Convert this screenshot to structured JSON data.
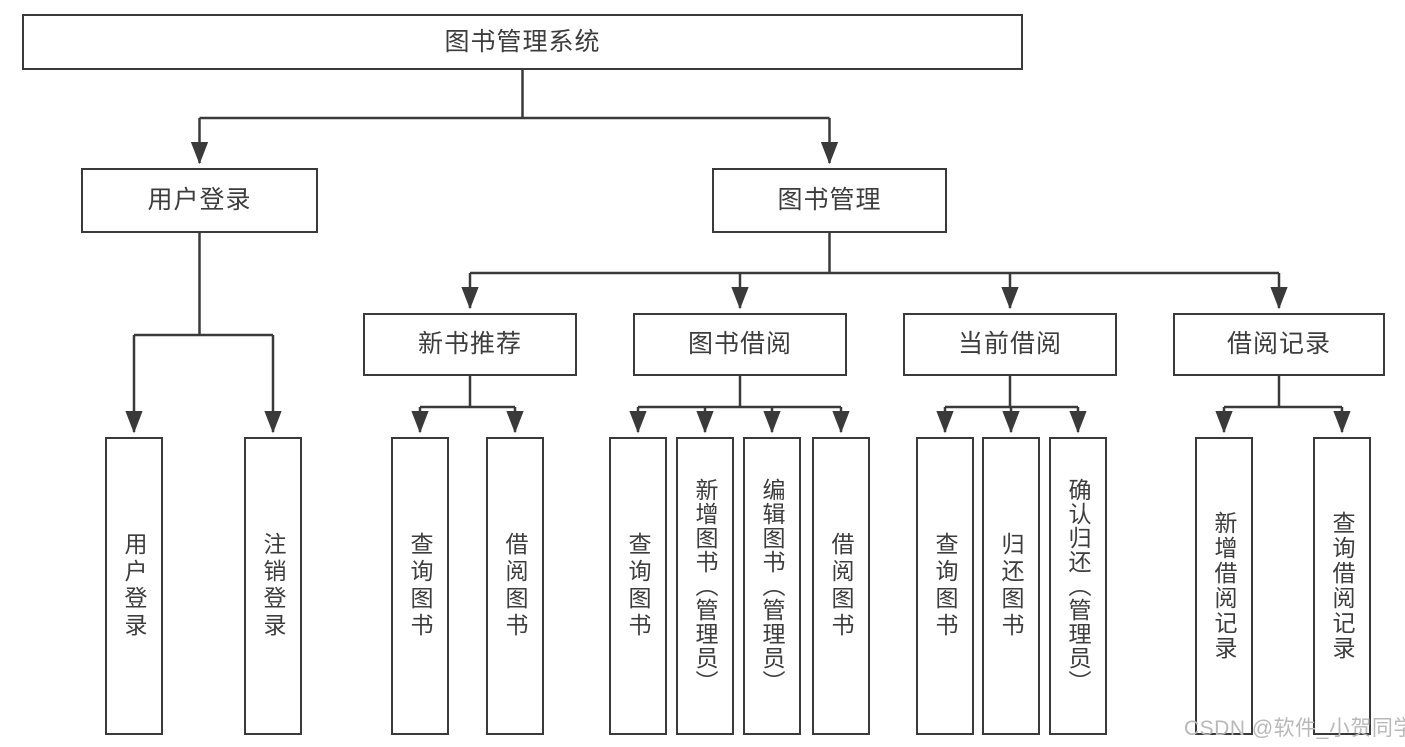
{
  "tree": {
    "root": {
      "label": "图书管理系统"
    },
    "branches": [
      {
        "label": "用户登录",
        "children": [
          {
            "label": "用户登录"
          },
          {
            "label": "注销登录"
          }
        ]
      },
      {
        "label": "图书管理",
        "sections": [
          {
            "label": "新书推荐",
            "children": [
              {
                "label": "查询图书"
              },
              {
                "label": "借阅图书"
              }
            ]
          },
          {
            "label": "图书借阅",
            "children": [
              {
                "label": "查询图书"
              },
              {
                "label": "新增图书（管理员）"
              },
              {
                "label": "编辑图书（管理员）"
              },
              {
                "label": "借阅图书"
              }
            ]
          },
          {
            "label": "当前借阅",
            "children": [
              {
                "label": "查询图书"
              },
              {
                "label": "归还图书"
              },
              {
                "label": "确认归还（管理员）"
              }
            ]
          },
          {
            "label": "借阅记录",
            "children": [
              {
                "label": "新增借阅记录"
              },
              {
                "label": "查询借阅记录"
              }
            ]
          }
        ]
      }
    ]
  },
  "watermark": "CSDN @软件_小贺同学",
  "colors": {
    "line": "#3a3a3a",
    "text": "#3d3d3d",
    "box_bg": "#ffffff",
    "watermark": "#b9b9b9"
  }
}
